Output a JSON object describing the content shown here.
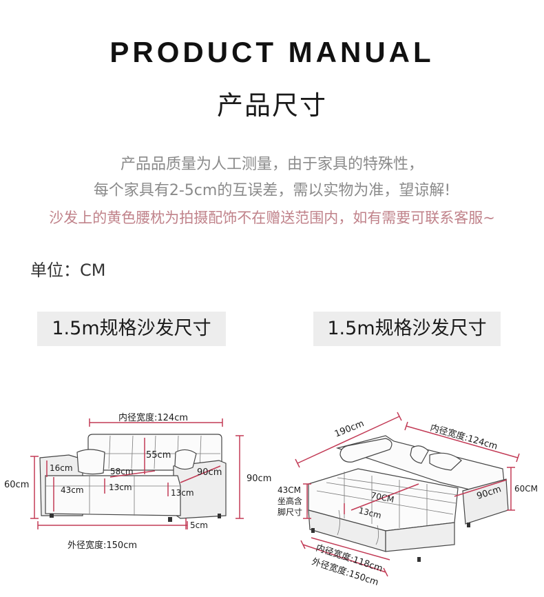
{
  "header": {
    "title_en": "PRODUCT MANUAL",
    "title_cn": "产品尺寸"
  },
  "notes": {
    "line1": "产品品质量为人工测量，由于家具的特殊性，",
    "line2": "每个家具有2-5cm的互误差，需以实物为准，望谅解!",
    "line3": "沙发上的黄色腰枕为拍摄配饰不在赠送范围内，如有需要可联系客服~"
  },
  "unit_label": "单位：CM",
  "specs": {
    "left": "1.5m规格沙发尺寸",
    "right": "1.5m规格沙发尺寸"
  },
  "left_diagram": {
    "inner_width": "内径宽度:124cm",
    "back_height": "55cm",
    "total_height": "90cm",
    "left_height": "60cm",
    "arm_height": "16cm",
    "seat_depth": "58cm",
    "side_depth": "90cm",
    "seat_height": "43cm",
    "cushion_left": "13cm",
    "cushion_right": "13cm",
    "leg_height": "5cm",
    "outer_width": "外径宽度:150cm"
  },
  "right_diagram": {
    "length": "190cm",
    "inner_width": "内径宽度:124cm",
    "right_height": "60CM",
    "seat_height_val": "43CM",
    "seat_height_lbl1": "坐高含",
    "seat_height_lbl2": "脚尺寸",
    "bed_depth": "70CM",
    "side_depth": "90cm",
    "cushion": "13cm",
    "inner_width2": "内径宽度:118cm",
    "outer_width": "外径宽度:150cm"
  }
}
